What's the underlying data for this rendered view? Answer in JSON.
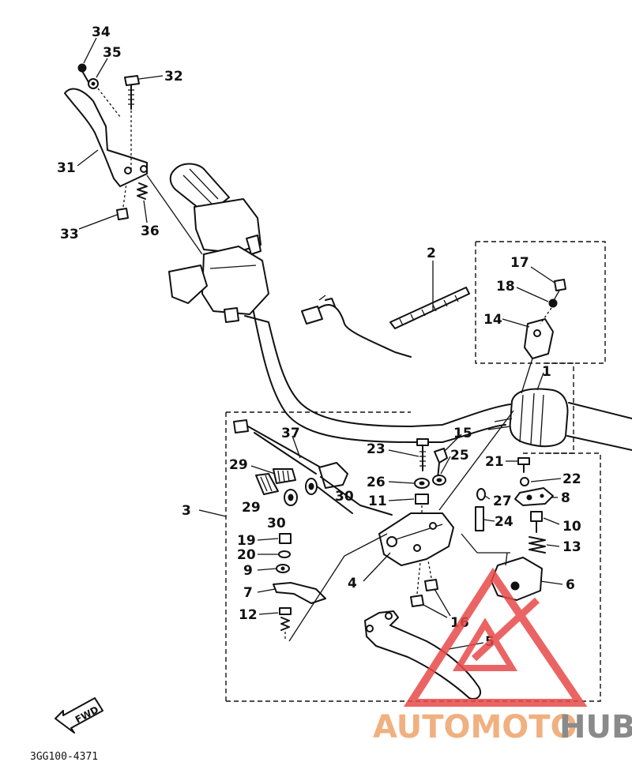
{
  "diagram": {
    "catalog_code": "3GG100-4371",
    "direction_label": "FWD",
    "watermark": {
      "part1": "AUTOMOTO",
      "part2": "HUB",
      "color1": "#f0b080",
      "color2": "#8a8a8a",
      "logo_color": "#e84a4a"
    },
    "callouts": [
      "34",
      "35",
      "32",
      "31",
      "33",
      "36",
      "2",
      "17",
      "18",
      "14",
      "1",
      "3",
      "37",
      "29",
      "29",
      "30",
      "30",
      "15",
      "23",
      "25",
      "26",
      "11",
      "21",
      "22",
      "27",
      "8",
      "24",
      "10",
      "13",
      "19",
      "20",
      "9",
      "7",
      "12",
      "4",
      "6",
      "16",
      "5"
    ]
  }
}
